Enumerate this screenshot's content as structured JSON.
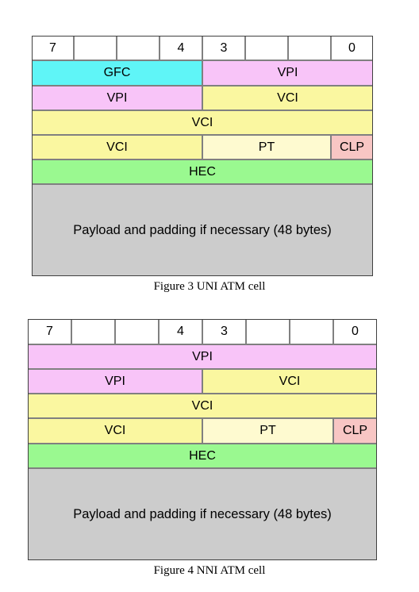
{
  "colors": {
    "gfc": "#5ff5f7",
    "vpi": "#f8c4f8",
    "vci": "#faf7a0",
    "pt": "#fefad0",
    "clp": "#f8c6c4",
    "hec": "#9af990",
    "payload": "#cccccc"
  },
  "figure3": {
    "caption": "Figure 3 UNI ATM cell",
    "bits": [
      "7",
      "",
      "",
      "4",
      "3",
      "",
      "",
      "0"
    ],
    "gfc": "GFC",
    "vpi1": "VPI",
    "vpi2": "VPI",
    "vci1": "VCI",
    "vci2": "VCI",
    "vci3": "VCI",
    "pt": "PT",
    "clp": "CLP",
    "hec": "HEC",
    "payload": "Payload and padding if necessary (48 bytes)"
  },
  "figure4": {
    "caption": "Figure 4 NNI ATM cell",
    "bits": [
      "7",
      "",
      "",
      "4",
      "3",
      "",
      "",
      "0"
    ],
    "vpi1": "VPI",
    "vpi2": "VPI",
    "vci1": "VCI",
    "vci2": "VCI",
    "vci3": "VCI",
    "pt": "PT",
    "clp": "CLP",
    "hec": "HEC",
    "payload": "Payload and padding if necessary (48 bytes)"
  }
}
